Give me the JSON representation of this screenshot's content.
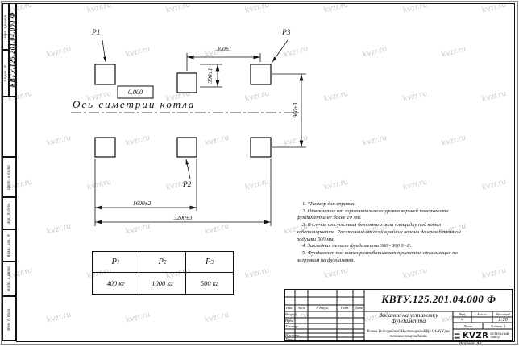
{
  "watermark": {
    "text": "kvzr.ru"
  },
  "doc_number": "КВТУ.125.201.04.000  Ф",
  "margin": {
    "perv_primen": "Перв. примен.",
    "sprav_n": "Справ. N",
    "podp_data_1": "Подп. и дата",
    "inv_dubl": "Инв. N дубл.",
    "vzam_inv": "Взам. инв. N",
    "podp_data_2": "Подп. и дата",
    "inv_podl": "Инв. N подл."
  },
  "drawing": {
    "p1": "P1",
    "p2": "P2",
    "p3": "P3",
    "elevation": "0.000",
    "axis_label": "Ось симетрии котла",
    "dim_300_h": "300±1",
    "dim_300_v": "300±1",
    "dim_960": "960±3",
    "dim_1600": "1600±2",
    "dim_3200": "3200±3"
  },
  "notes": [
    "1. *Размер для справок.",
    "2. Отклонение от горизонтального уровня верхней поверхности фундамента не более 10 мм.",
    "3. В случае отсутствия бетонного пола площадку под котел забетонировать. Расстояние от осей крайних колонн до края бетонной подушки 500 мм.",
    "4. Закладная деталь фундамента 300×300 S=8.",
    "5. Фундамент под котел разрабатывает проектная организация по нагрузкам на фундамент."
  ],
  "load_table": {
    "h1": "P",
    "h1s": "1",
    "h2": "P",
    "h2s": "2",
    "h3": "P",
    "h3s": "3",
    "v1": "400 кг",
    "v2": "1000 кг",
    "v3": "500 кг"
  },
  "title_block": {
    "col_izm": "Изм.",
    "col_list": "Лист",
    "col_ndoc": "N докум.",
    "col_podp": "Подп.",
    "col_data": "Дата",
    "row_razrab": "Разраб.",
    "row_prov": "Пров.",
    "row_tkontr": "Т.контр.",
    "row_nkontr": "Н.контр.",
    "row_utv": "Утв.",
    "title": "Задание на установку фундамента",
    "product": "Котел Водогрейный Неатекарет-КВр-1,4-К(К) по техническому заданию",
    "lit_label": "Лит.",
    "lit_value": "и",
    "mass_label": "Масса",
    "mass_value": "",
    "scale_label": "Масштаб",
    "scale_value": "1:20",
    "sheet_label": "Лист",
    "sheets_label": "Листов",
    "sheets_value": "1",
    "logo_icon": "≡",
    "logo_text": "KVZR",
    "company": "КОТЕЛЬНЫЙ ЗАВОД"
  },
  "footer": {
    "format": "Формат А3"
  }
}
